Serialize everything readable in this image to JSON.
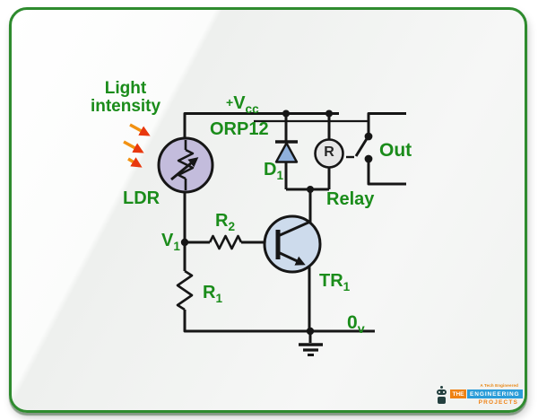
{
  "diagram": {
    "type": "circuit-schematic",
    "subject": "LDR light sensor relay driver circuit",
    "labels": {
      "light_intensity": {
        "line1": "Light",
        "line2": "intensity"
      },
      "ldr": "LDR",
      "orp12": "ORP12",
      "vcc": {
        "prefix": "+",
        "main": "V",
        "sub": "cc"
      },
      "d1": {
        "main": "D",
        "sub": "1"
      },
      "relay_coil_letter": "R",
      "relay": "Relay",
      "out": "Out",
      "v1": {
        "main": "V",
        "sub": "1"
      },
      "r2": {
        "main": "R",
        "sub": "2"
      },
      "r1": {
        "main": "R",
        "sub": "1"
      },
      "tr1": {
        "main": "TR",
        "sub": "1"
      },
      "zero_v": {
        "main": "0",
        "sub": "v"
      }
    },
    "components": [
      "LDR (ORP12) photoresistor",
      "R1 resistor",
      "R2 resistor",
      "D1 flyback diode",
      "Relay coil R with switch contacts",
      "TR1 NPN transistor",
      "Ground at 0v rail"
    ],
    "colors": {
      "label_green": "#1a8c1a",
      "wire_black": "#161616",
      "frame_border_green": "#2e8b2e",
      "ldr_fill": "#c3bcdc",
      "transistor_fill": "#cddbec",
      "diode_fill": "#8fb0dc",
      "relay_coil_fill": "#e6e6e6",
      "ray_shaft_orange": "#f29111",
      "ray_head_red": "#e8380e",
      "logo_orange": "#ef8214",
      "logo_blue": "#2b9cd8"
    }
  },
  "logo": {
    "tagline": "A Tech Engineered",
    "the": "THE",
    "engineering": "ENGINEERING",
    "projects": "PROJECTS"
  }
}
